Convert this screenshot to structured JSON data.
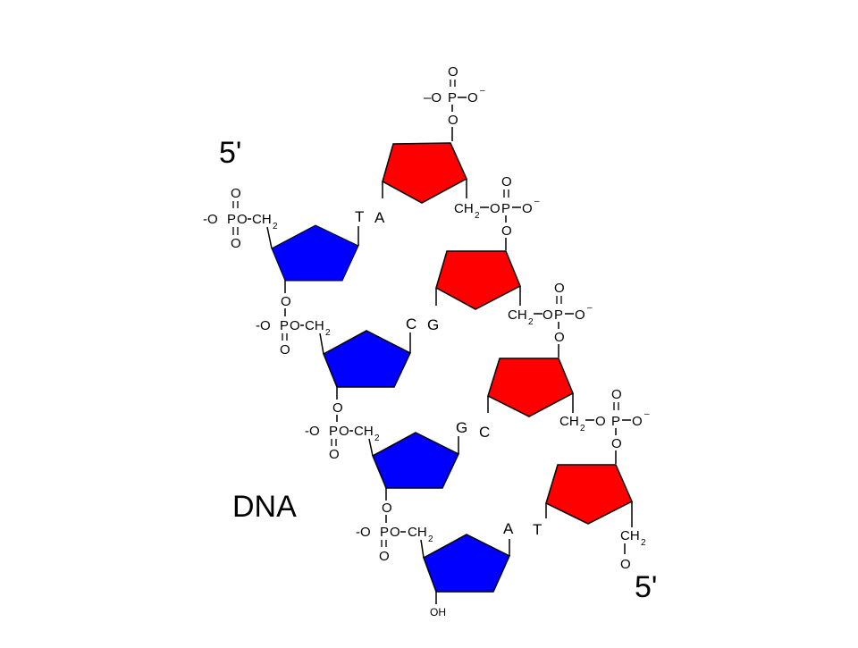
{
  "colors": {
    "left_strand_sugar": "#0000ff",
    "right_strand_sugar": "#ff0000",
    "background": "#ffffff",
    "ink": "#000000"
  },
  "labels": {
    "five_prime_top": "5'",
    "five_prime_bottom": "5'",
    "dna": "DNA"
  },
  "left_strand": {
    "units": [
      {
        "base": "T",
        "phosphate": {
          "o_top": "O",
          "o_bottom": "O",
          "left": "-O",
          "p": "P",
          "bridge": "O",
          "ch": "CH",
          "sub": "2"
        }
      },
      {
        "base": "C",
        "phosphate": {
          "o_bottom": "O",
          "left": "-O",
          "p": "P",
          "bridge": "O",
          "ch": "CH",
          "sub": "2"
        },
        "link_o": "O"
      },
      {
        "base": "G",
        "phosphate": {
          "o_bottom": "O",
          "left": "-O",
          "p": "P",
          "bridge": "O",
          "ch": "CH",
          "sub": "2"
        },
        "link_o": "O"
      },
      {
        "base": "A",
        "phosphate": {
          "o_bottom": "O",
          "left": "-O",
          "p": "P",
          "bridge": "O",
          "ch": "CH",
          "sub": "2"
        },
        "link_o": "O"
      }
    ],
    "terminal": "OH"
  },
  "right_strand": {
    "units": [
      {
        "base": "A",
        "top_phosphate": {
          "o_top": "O",
          "left": "–O",
          "p": "P",
          "right": "O",
          "minus": "–",
          "bottom": "O"
        },
        "ch": "CH",
        "sub": "2",
        "bridge": "O"
      },
      {
        "base": "G",
        "phosphate": {
          "o_top": "O",
          "p": "P",
          "right": "O",
          "minus": "–",
          "bottom": "O"
        },
        "ch": "CH",
        "sub": "2",
        "bridge": "O"
      },
      {
        "base": "C",
        "phosphate": {
          "o_top": "O",
          "p": "P",
          "right": "O",
          "minus": "–",
          "bottom": "O"
        },
        "ch": "CH",
        "sub": "2",
        "bridge": "O"
      },
      {
        "base": "T",
        "phosphate": {
          "o_top": "O",
          "p": "P",
          "right": "O",
          "minus": "–",
          "bottom": "O"
        },
        "ch": "CH",
        "sub": "2"
      }
    ],
    "terminal": "O"
  }
}
